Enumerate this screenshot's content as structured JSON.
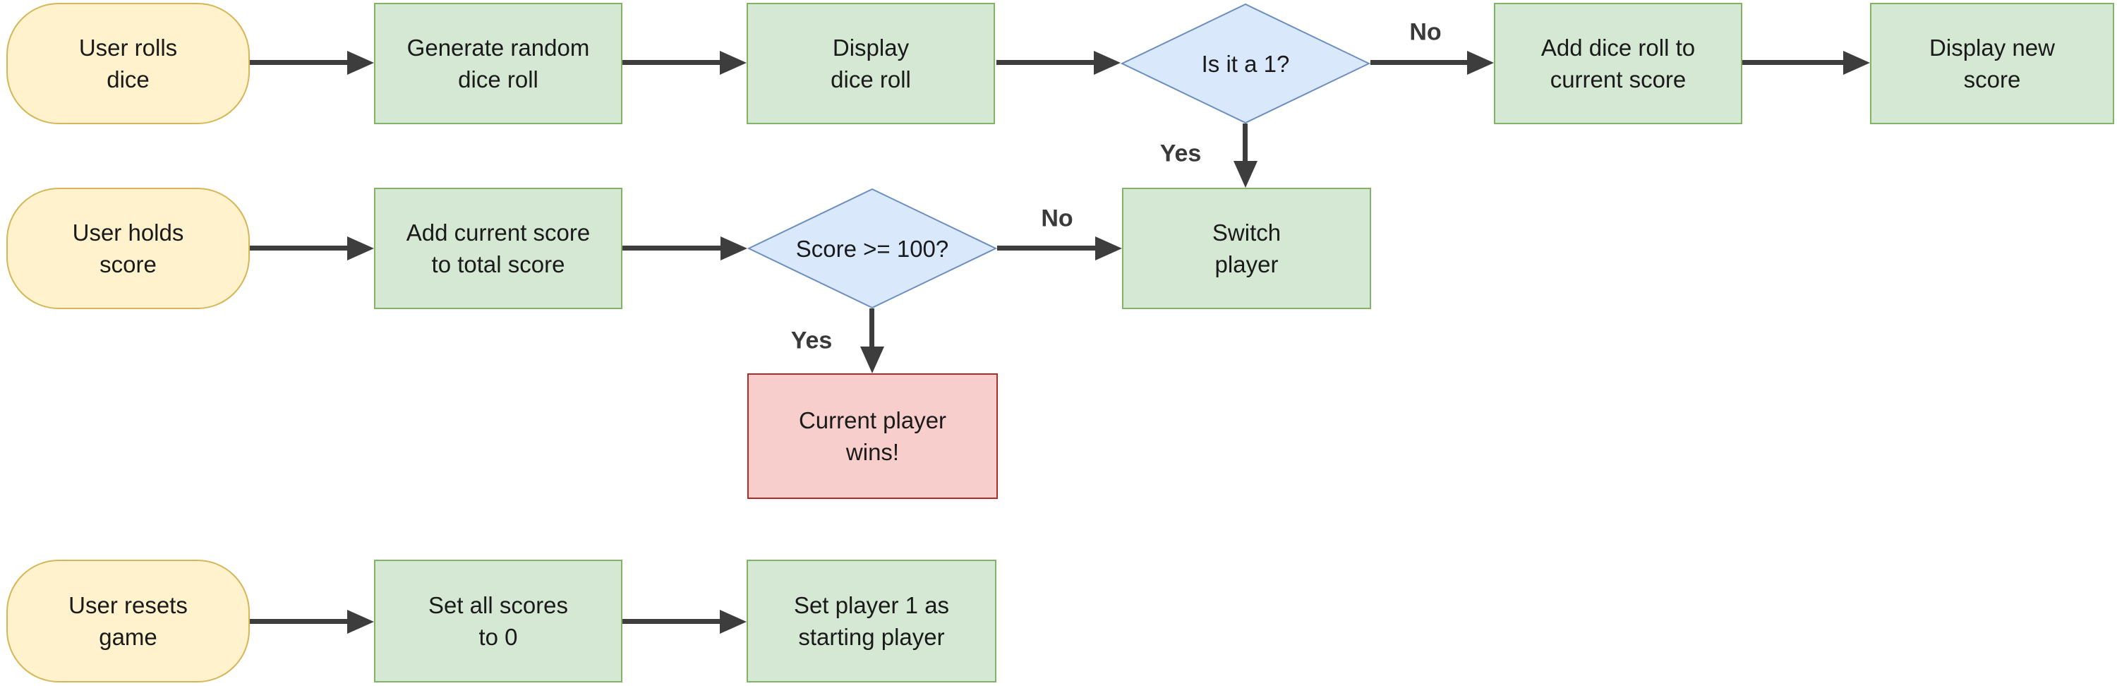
{
  "colors": {
    "terminal_fill": "#fff2cc",
    "terminal_stroke": "#d6b656",
    "process_fill": "#d5e8d4",
    "process_stroke": "#82b366",
    "decision_fill": "#dae8fc",
    "decision_stroke": "#6c8ebf",
    "end_fill": "#f8cecc",
    "end_stroke": "#b02c26",
    "arrow": "#3d3d3d",
    "text": "#1a1a1a",
    "label": "#3a3a3a"
  },
  "nodes": [
    {
      "id": "start-roll",
      "type": "terminal",
      "label": "User rolls\ndice"
    },
    {
      "id": "generate-roll",
      "type": "process",
      "label": "Generate random\ndice roll"
    },
    {
      "id": "display-roll",
      "type": "process",
      "label": "Display\ndice roll"
    },
    {
      "id": "is-it-one",
      "type": "decision",
      "label": "Is it a 1?"
    },
    {
      "id": "add-to-current",
      "type": "process",
      "label": "Add dice roll to\ncurrent score"
    },
    {
      "id": "display-new-score",
      "type": "process",
      "label": "Display new\nscore"
    },
    {
      "id": "start-hold",
      "type": "terminal",
      "label": "User holds\nscore"
    },
    {
      "id": "add-to-total",
      "type": "process",
      "label": "Add current score\nto total score"
    },
    {
      "id": "score-check",
      "type": "decision",
      "label": "Score >= 100?"
    },
    {
      "id": "switch-player",
      "type": "process",
      "label": "Switch\nplayer"
    },
    {
      "id": "player-wins",
      "type": "end",
      "label": "Current player\nwins!"
    },
    {
      "id": "start-reset",
      "type": "terminal",
      "label": "User resets\ngame"
    },
    {
      "id": "set-scores-zero",
      "type": "process",
      "label": "Set all scores\nto 0"
    },
    {
      "id": "set-player-one",
      "type": "process",
      "label": "Set player 1 as\nstarting player"
    }
  ],
  "edges": {
    "no_1": "No",
    "yes_1": "Yes",
    "no_2": "No",
    "yes_2": "Yes"
  }
}
